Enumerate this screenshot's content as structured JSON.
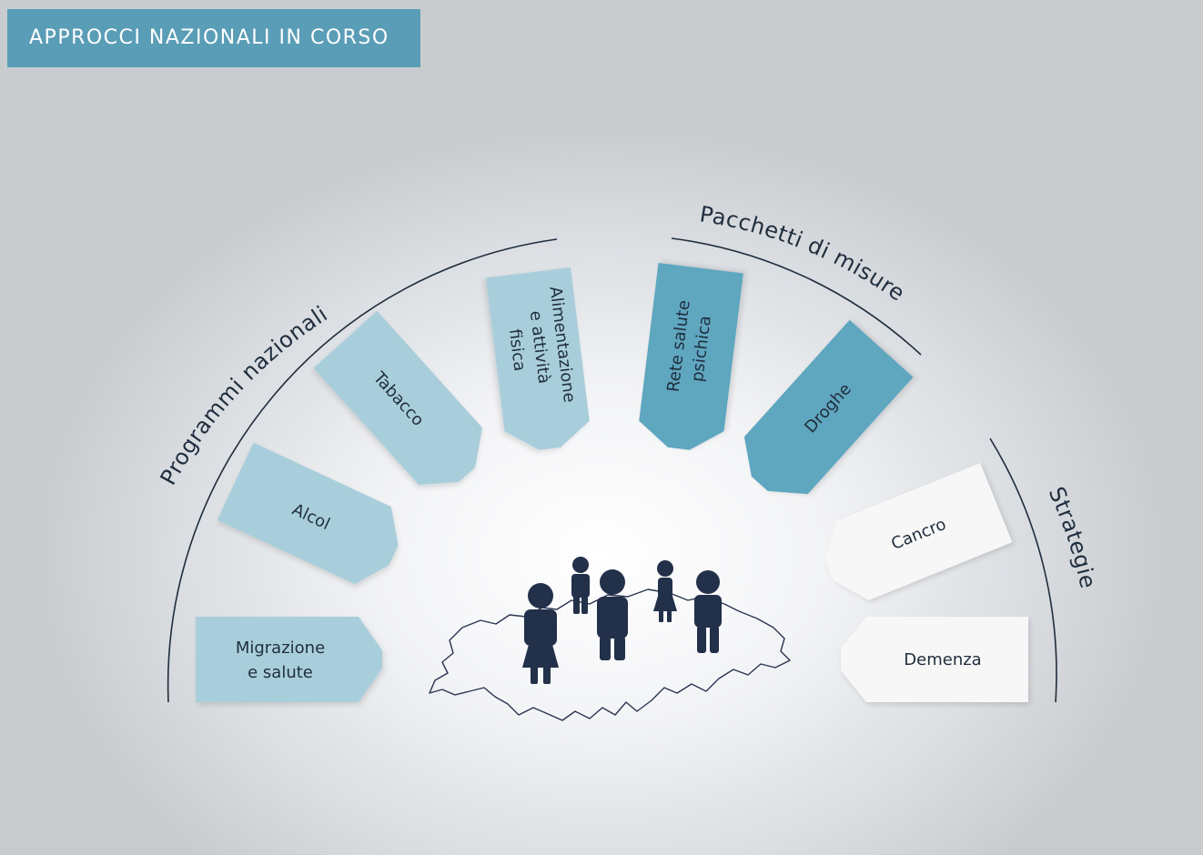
{
  "title": "APPROCCI NAZIONALI IN CORSO",
  "groups": {
    "programmi": "Programmi nazionali",
    "pacchetti": "Pacchetti di misure",
    "strategie": "Strategie"
  },
  "items": {
    "migrazione": [
      "Migrazione",
      "e salute"
    ],
    "alcol": [
      "Alcol"
    ],
    "tabacco": [
      "Tabacco"
    ],
    "alimentazione": [
      "Alimentazione",
      "e attività",
      "fisica"
    ],
    "rete": [
      "Rete salute",
      "psichica"
    ],
    "droghe": [
      "Droghe"
    ],
    "cancro": [
      "Cancro"
    ],
    "demenza": [
      "Demenza"
    ]
  },
  "colors": {
    "banner": "#5a9db6",
    "light_blue": "#a9cedb",
    "mid_blue": "#5ea6bf",
    "white_box": "#f7f7f7",
    "dark": "#1f2d3d"
  },
  "icons": {
    "people": "people-icon",
    "map": "switzerland-map-icon"
  }
}
